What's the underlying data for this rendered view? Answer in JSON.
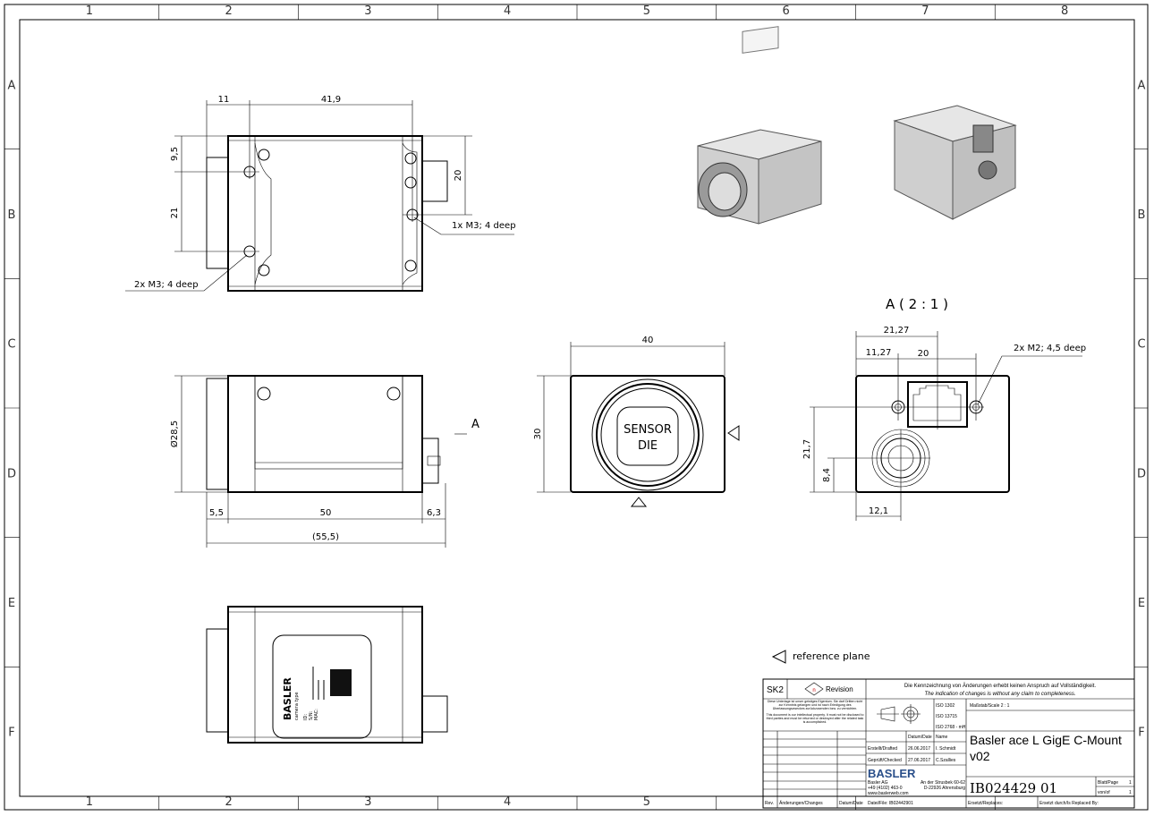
{
  "border": {
    "columns": [
      "1",
      "2",
      "3",
      "4",
      "5",
      "6",
      "7",
      "8"
    ],
    "rows": [
      "A",
      "B",
      "C",
      "D",
      "E",
      "F"
    ]
  },
  "top_view": {
    "dims": [
      "11",
      "41,9",
      "9,5",
      "21",
      "20"
    ],
    "callout_right": "1x M3; 4 deep",
    "callout_left": "2x M3; 4 deep"
  },
  "side_view": {
    "dims": [
      "Ø28,5",
      "5,5",
      "50",
      "6,3",
      "(55,5)"
    ],
    "section_marker": "A"
  },
  "front_view": {
    "dims": [
      "40",
      "30"
    ],
    "sensor_label_1": "SENSOR",
    "sensor_label_2": "DIE"
  },
  "detail_a": {
    "title": "A ( 2 : 1 )",
    "dims": [
      "21,27",
      "11,27",
      "20",
      "21,7",
      "8,4",
      "12,1"
    ],
    "callout": "2x M2; 4,5 deep"
  },
  "bottom_view": {
    "label_brand": "BASLER",
    "label_type": "camera type",
    "label_fields": [
      "ID:",
      "S/N:",
      "MAC:"
    ]
  },
  "reference_plane": "reference plane",
  "title_block": {
    "sk": "SK2",
    "revision_marker": "n",
    "revision_label": "Revision",
    "notice_de": "Die Kennzeichnung von Änderungen erhebt keinen Anspruch auf Vollständigkeit.",
    "notice_en": "The indication of changes is without any claim to completeness.",
    "disclaimer_de": "Diese Unterlage ist unser geistiges Eigentum. Sie darf Dritten nicht zur Kenntnis gelangen und ist nach Erledigung des Überlassungszweckes zurückzusenden bzw. zu vernichten.",
    "disclaimer_en": "This document is our intellectual property. It must not be disclosed to third parties and must be returned or destroyed after the related task is accomplished.",
    "iso": [
      "ISO 1302",
      "ISO 13715",
      "ISO 2768 - mH"
    ],
    "scale": "Maßstab/Scale 2 : 1",
    "date_header": "Datum/Date",
    "name_header": "Name",
    "drafted_label": "Erstellt/Drafted",
    "drafted_date": "26.06.2017",
    "drafted_name": "I. Schmidt",
    "checked_label": "Geprüft/Checked",
    "checked_date": "27.06.2017",
    "checked_name": "C.Szallies",
    "logo": "BASLER",
    "company": "Basler AG",
    "phone": "+49 (4102) 463-0",
    "web": "www.baslerweb.com",
    "address_1": "An der Strusbek 60-62",
    "address_2": "D-22926 Ahrensburg",
    "title_1": "Basler ace L GigE C-Mount",
    "title_2": "v02",
    "doc_number": "IB024429  01",
    "page_label": "Blatt/Page",
    "page": "1",
    "of_label": "von/of",
    "of": "1",
    "rev_header": "Rev.",
    "changes_header": "Änderungen/Changes",
    "rev_date_header": "Datum/Date",
    "file": "Datei/File: IB02442901",
    "replaces": "Ersetzt/Replaces:",
    "replaced_by": "Ersetzt durch/Is Replaced By:"
  }
}
